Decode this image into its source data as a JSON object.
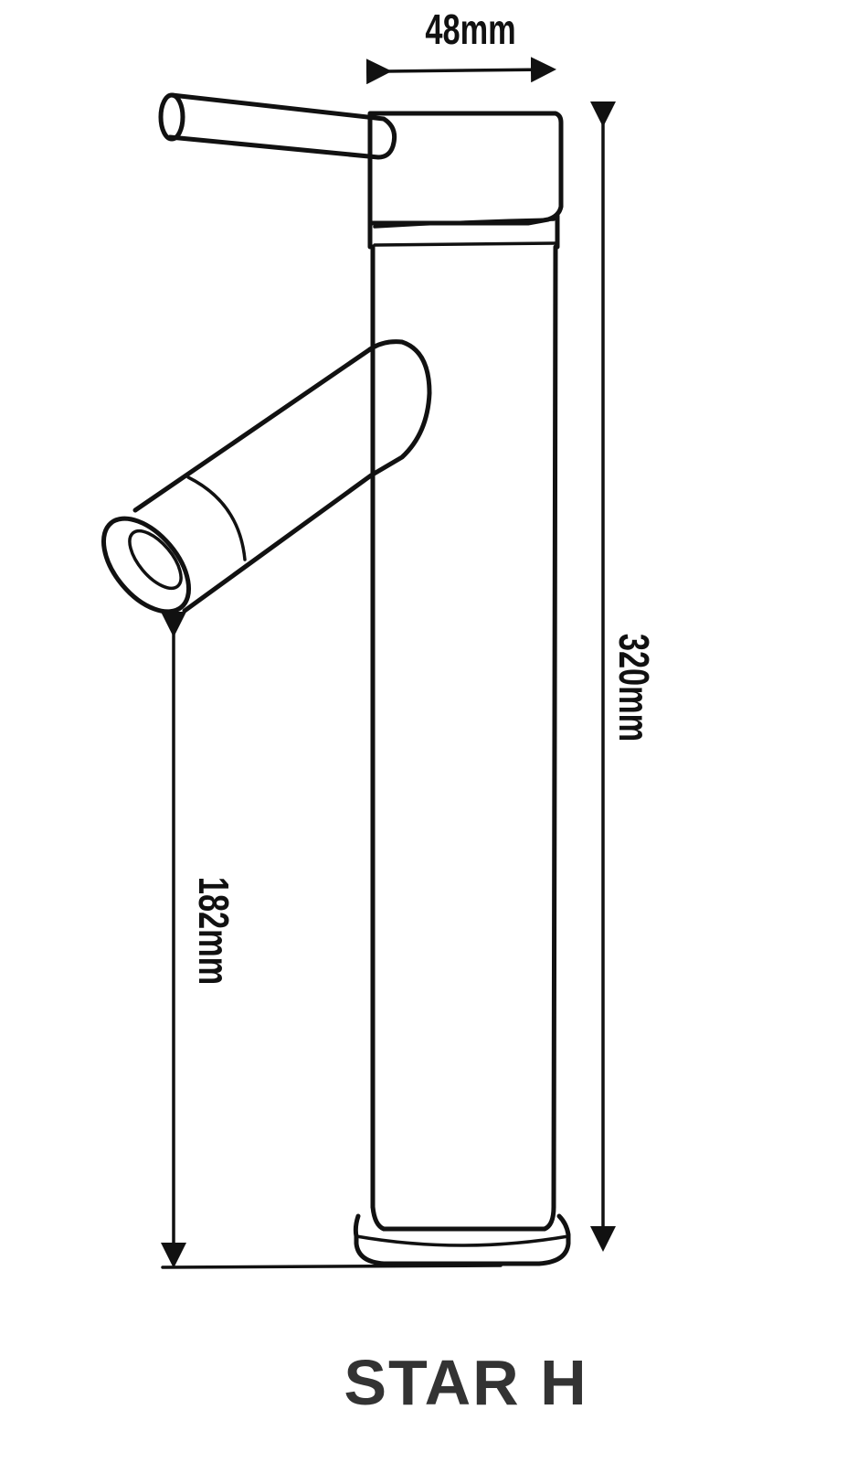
{
  "product": {
    "name": "STAR H"
  },
  "dimensions": {
    "width": "48mm",
    "total_height": "320mm",
    "spout_height": "182mm"
  },
  "colors": {
    "line": "#111111",
    "title": "#333333",
    "background": "#ffffff"
  }
}
